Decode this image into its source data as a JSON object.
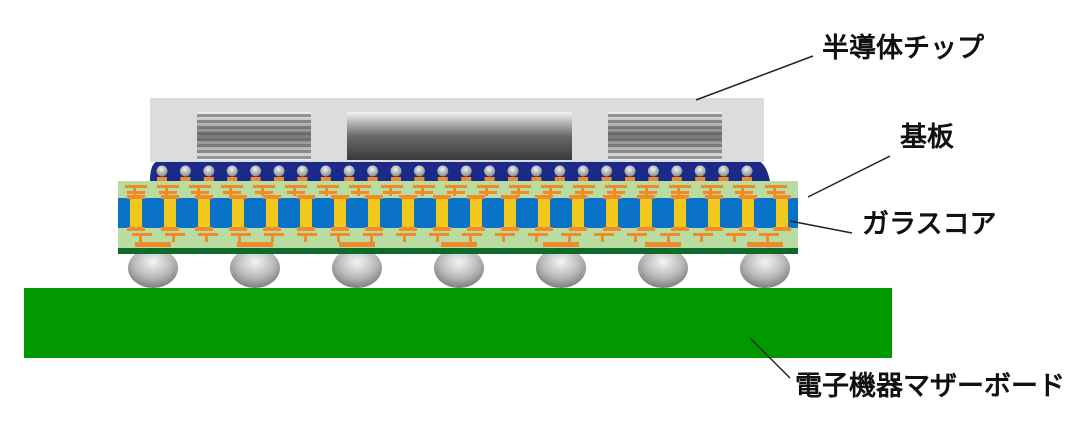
{
  "labels": {
    "chip": "半導体チップ",
    "substrate": "基板",
    "glass_core": "ガラスコア",
    "motherboard": "電子機器マザーボード"
  },
  "colors": {
    "motherboard": "#009900",
    "substrate_body": "#b9dca0",
    "glass_blue": "#0a73c8",
    "glass_yellow": "#f2c81c",
    "wiring": "#f08a2a",
    "underfill": "#1a2a86",
    "chip": "#dcdcdc",
    "bottom_layer": "#0e6a2a",
    "solder_ball": "#b4b4b4"
  }
}
